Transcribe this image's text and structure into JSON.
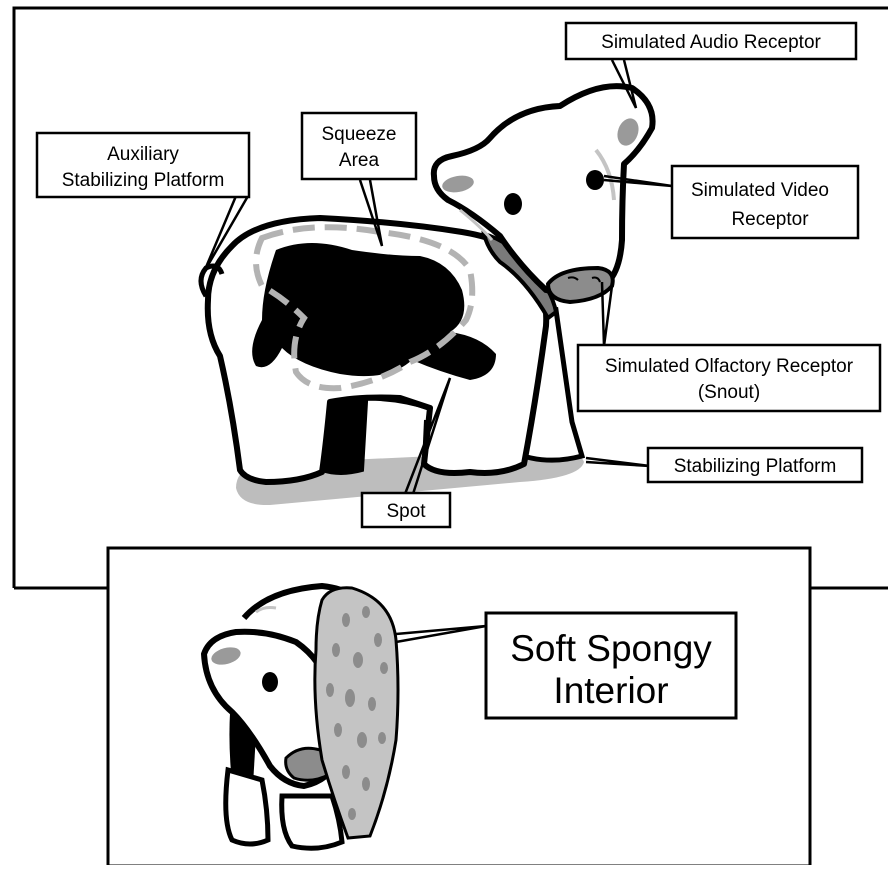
{
  "diagram": {
    "labels": {
      "audio": "Simulated Audio Receptor",
      "video_1": "Simulated Video",
      "video_2": "Receptor",
      "olfactory_1": "Simulated Olfactory Receptor",
      "olfactory_2": "(Snout)",
      "aux_1": "Auxiliary",
      "aux_2": "Stabilizing Platform",
      "squeeze_1": "Squeeze",
      "squeeze_2": "Area",
      "stabilizing": "Stabilizing Platform",
      "spot": "Spot",
      "interior_1": "Soft Spongy",
      "interior_2": "Interior"
    },
    "colors": {
      "outline": "#000000",
      "spot": "#000000",
      "shading": "#8c8c8c",
      "light_gray": "#c4c4c4",
      "background": "#ffffff"
    }
  }
}
